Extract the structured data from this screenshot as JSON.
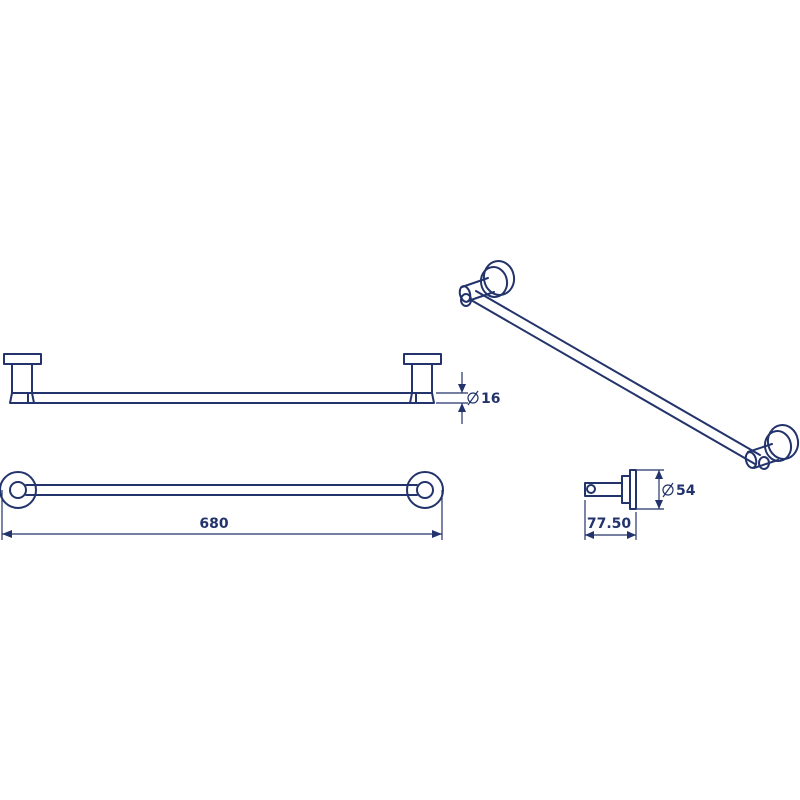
{
  "drawing": {
    "colors": {
      "line": "#23336b",
      "background": "#ffffff"
    },
    "dimensions": {
      "bar_diameter": "16",
      "overall_length": "680",
      "flange_diameter": "54",
      "projection": "77.50"
    },
    "diameter_symbol": "⌀"
  }
}
